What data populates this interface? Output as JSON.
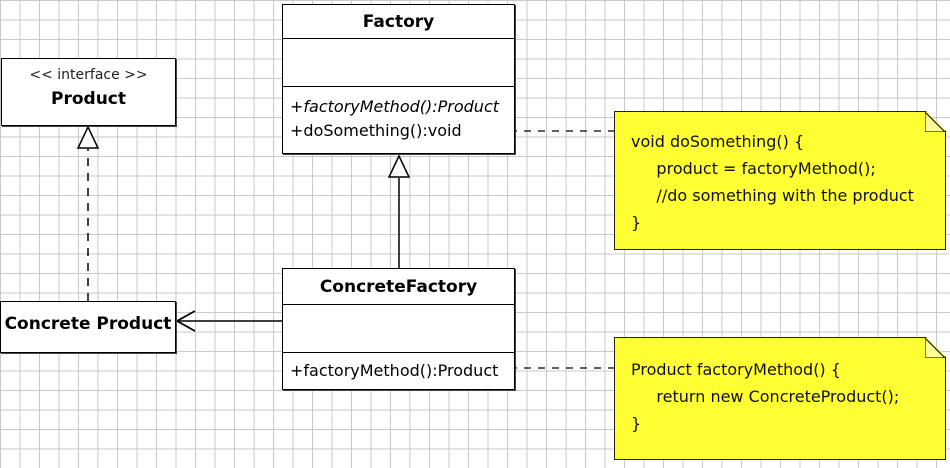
{
  "classes": {
    "factory": {
      "name": "Factory",
      "operations": [
        "+factoryMethod():Product",
        "+doSomething():void"
      ]
    },
    "product": {
      "stereotype": "<< interface >>",
      "name": "Product"
    },
    "concrete_factory": {
      "name": "ConcreteFactory",
      "operations": [
        "+factoryMethod():Product"
      ]
    },
    "concrete_product": {
      "name": "Concrete Product"
    }
  },
  "notes": {
    "do_something": [
      "void doSomething() {",
      "     product = factoryMethod();",
      "     //do something with the product",
      "}"
    ],
    "factory_method": [
      "Product factoryMethod() {",
      "     return new ConcreteProduct();",
      "}"
    ]
  },
  "colors": {
    "grid": "#c9c9c9",
    "note_fill": "#ffff33",
    "class_fill": "#ffffff",
    "line": "#000000"
  }
}
